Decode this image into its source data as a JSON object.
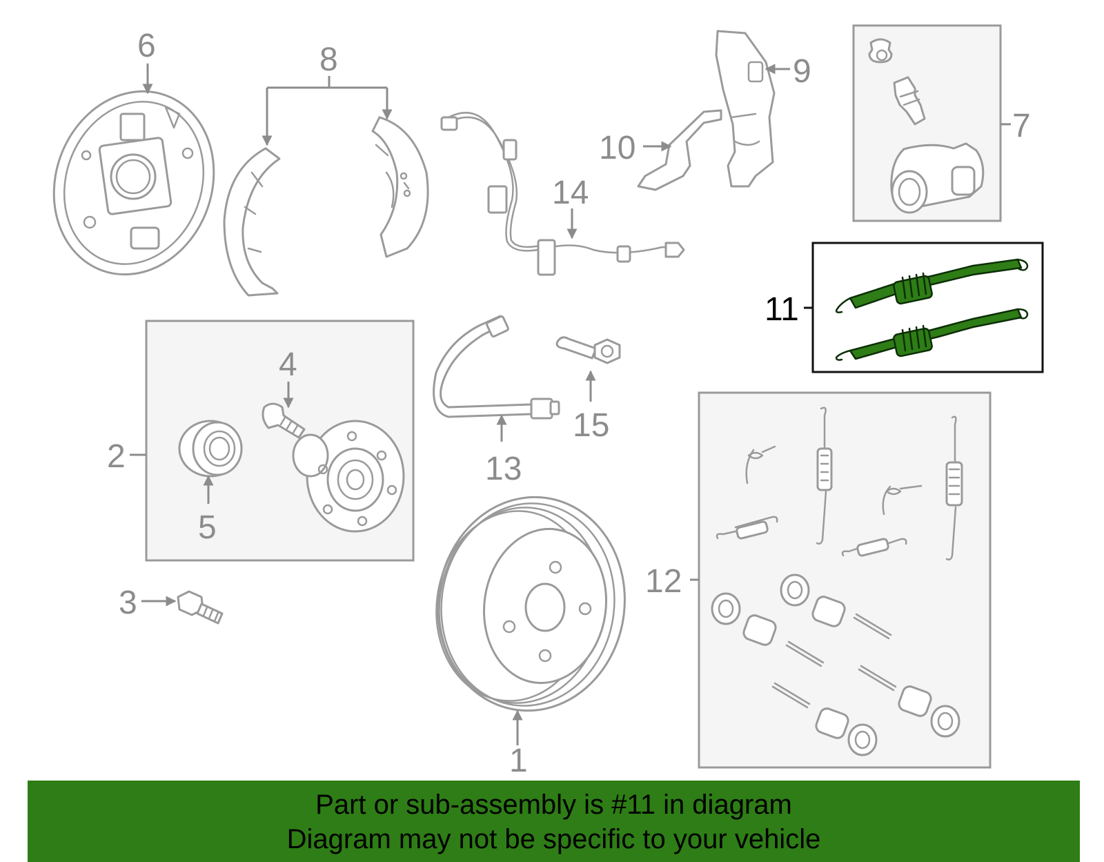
{
  "callouts": {
    "c1": "1",
    "c2": "2",
    "c3": "3",
    "c4": "4",
    "c5": "5",
    "c6": "6",
    "c7": "7",
    "c8": "8",
    "c9": "9",
    "c10": "10",
    "c11": "11",
    "c12": "12",
    "c13": "13",
    "c14": "14",
    "c15": "15"
  },
  "highlight": {
    "callout": "11",
    "color": "#2e7d16"
  },
  "colors": {
    "line": "#9a9a9a",
    "banner": "#2e7d16",
    "box_fill": "#f5f5f5"
  },
  "banner": {
    "line1": "Part or sub-assembly is #11 in diagram",
    "line2": "Diagram may not be specific to your vehicle"
  }
}
